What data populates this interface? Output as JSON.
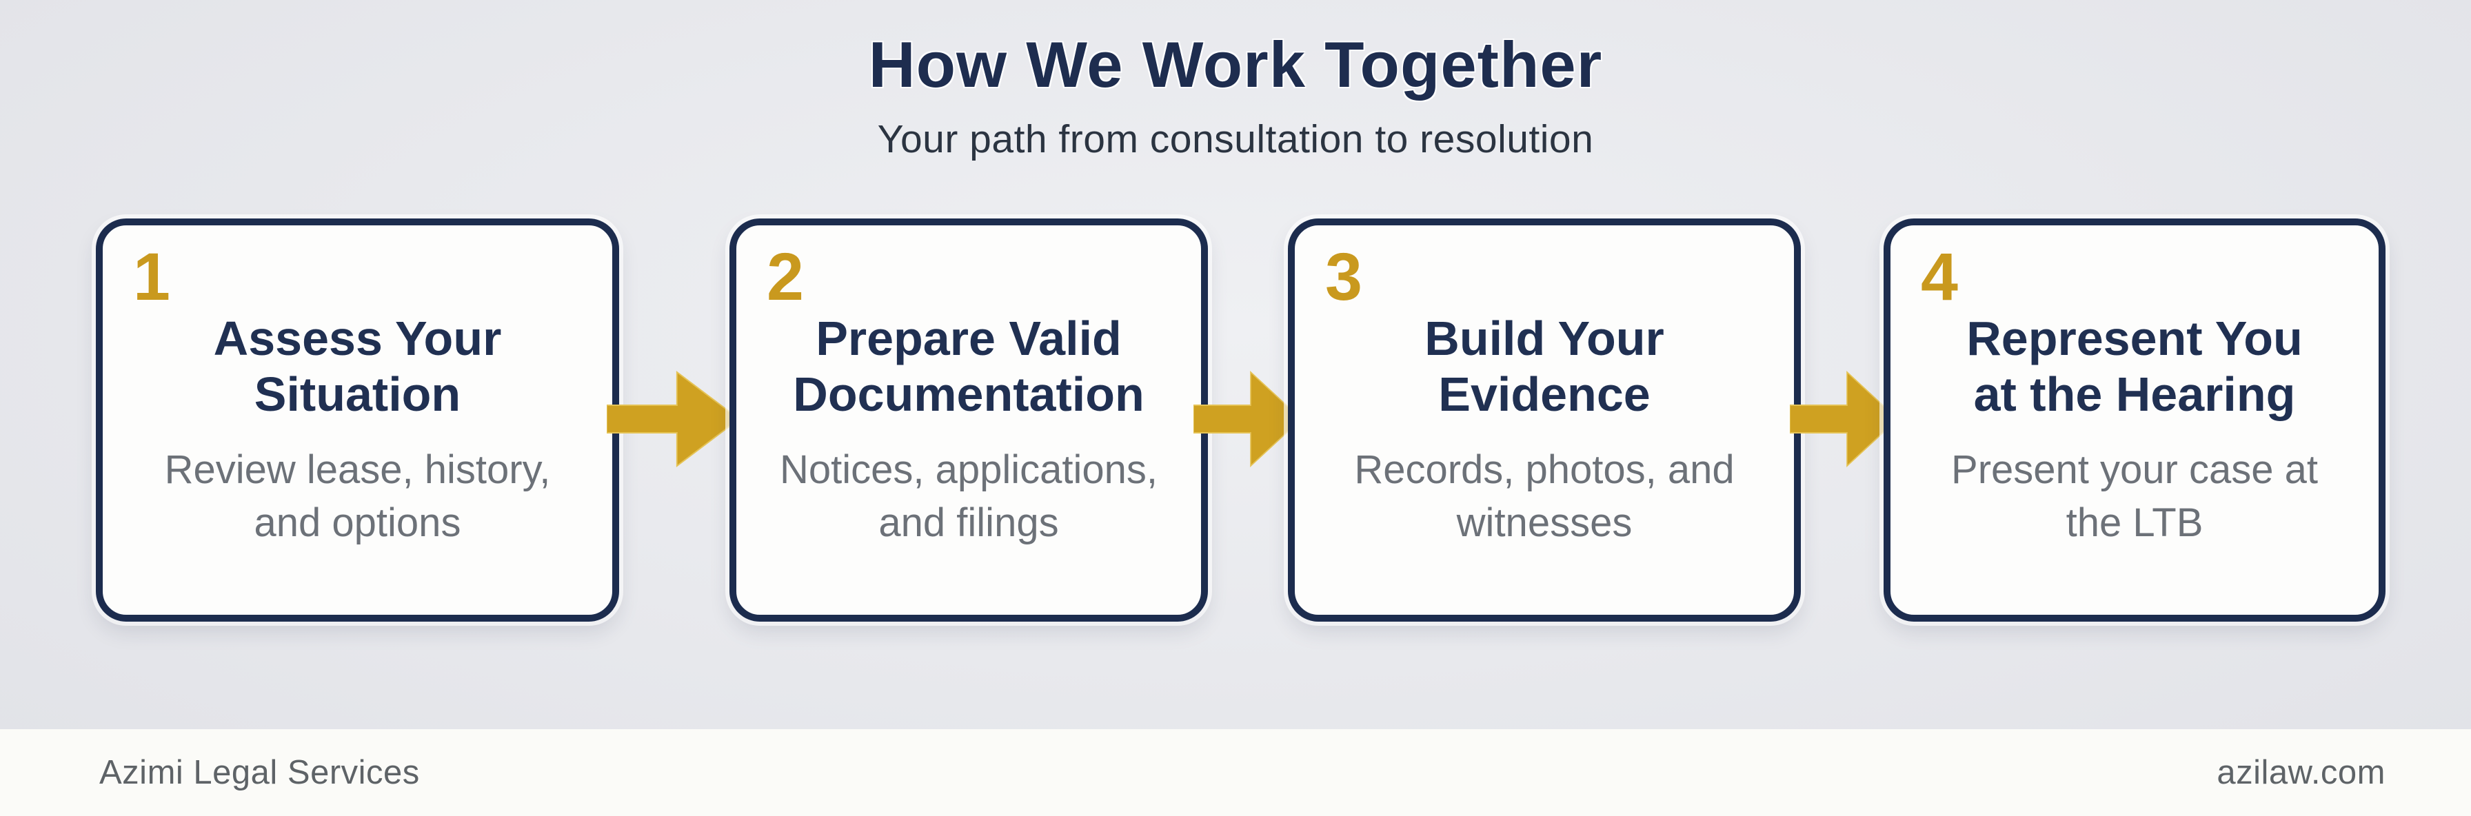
{
  "header": {
    "title": "How We Work Together",
    "subtitle": "Your path from consultation to resolution"
  },
  "steps": [
    {
      "number": "1",
      "title_lines": [
        "Assess Your",
        "Situation"
      ],
      "desc_lines": [
        "Review lease, history,",
        "and options"
      ]
    },
    {
      "number": "2",
      "title_lines": [
        "Prepare Valid",
        "Documentation"
      ],
      "desc_lines": [
        "Notices, applications,",
        "and filings"
      ]
    },
    {
      "number": "3",
      "title_lines": [
        "Build Your",
        "Evidence"
      ],
      "desc_lines": [
        "Records, photos, and",
        "witnesses"
      ]
    },
    {
      "number": "4",
      "title_lines": [
        "Represent You",
        "at the Hearing"
      ],
      "desc_lines": [
        "Present your case at",
        "the LTB"
      ]
    }
  ],
  "footer": {
    "brand": "Azimi Legal Services",
    "website": "azilaw.com"
  },
  "colors": {
    "navy": "#1C2C4E",
    "title_navy": "#1E2D4F",
    "gold_accent": "#CFA121",
    "number_gold": "#C9991E",
    "description_gray": "#6C7178",
    "background": "#E8E9ED",
    "card_white": "#FDFDFC",
    "footer_white": "#FBFBF8"
  }
}
